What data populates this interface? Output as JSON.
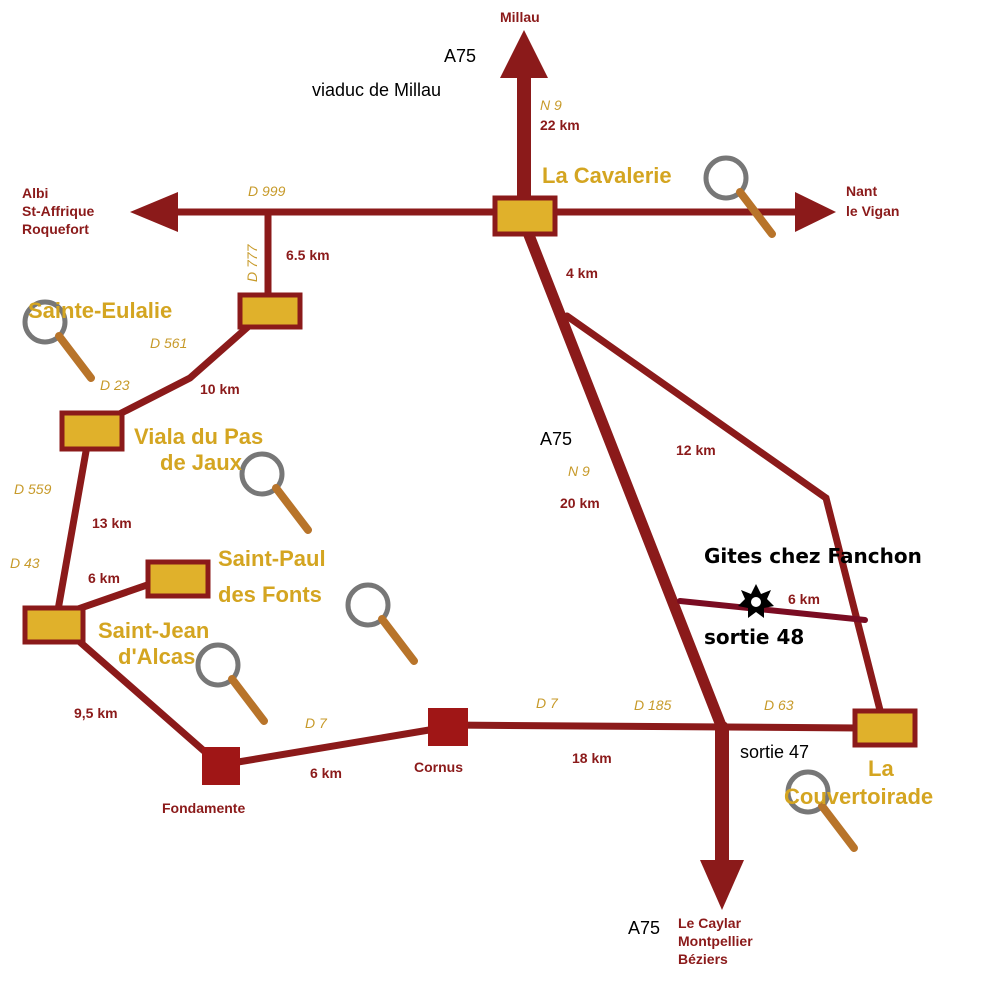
{
  "map": {
    "destinations": {
      "north": "Millau",
      "north_motorway": "A75",
      "north_viaduct": "viaduc de Millau",
      "west_1": "Albi",
      "west_2": "St-Affrique",
      "west_3": "Roquefort",
      "east_1": "Nant",
      "east_2": "le Vigan",
      "south_motorway": "A75",
      "south_1": "Le Caylar",
      "south_2": "Montpellier",
      "south_3": "Béziers"
    },
    "towns": {
      "la_cavalerie": "La Cavalerie",
      "sainte_eulalie": "Sainte-Eulalie",
      "viala_1": "Viala du Pas",
      "viala_2": "de Jaux",
      "saint_paul_1": "Saint-Paul",
      "saint_paul_2": "des Fonts",
      "saint_jean_1": "Saint-Jean",
      "saint_jean_2": "d'Alcas",
      "couvertoirade_1": "La",
      "couvertoirade_2": "Couvertoirade",
      "fondamente": "Fondamente",
      "cornus": "Cornus"
    },
    "roads": {
      "n9_north": "N 9",
      "d999": "D 999",
      "d777": "D 777",
      "d561": "D 561",
      "d23": "D 23",
      "d559": "D 559",
      "d43": "D 43",
      "d7_west": "D 7",
      "d7_east": "D 7",
      "d185": "D 185",
      "d63": "D 63",
      "a75_mid": "A75",
      "n9_mid": "N 9"
    },
    "distances": {
      "north": "22 km",
      "d777": "6.5 km",
      "cavalerie_fork": "4 km",
      "viala_eulalie": "10 km",
      "viala_jean": "13 km",
      "paul_jean": "6 km",
      "a75_mid": "20 km",
      "fork_couvertoirade": "12 km",
      "gite_link": "6 km",
      "jean_fondamente": "9,5 km",
      "fondamente_cornus": "6 km",
      "cornus_a75": "18 km"
    },
    "annotations": {
      "gite": "Gites chez Fanchon",
      "exit_48": "sortie 48",
      "exit_47": "sortie 47"
    },
    "colors": {
      "road": "#8b1a1a",
      "town_label": "#d4a521",
      "town_box": "#e0b12b"
    }
  }
}
